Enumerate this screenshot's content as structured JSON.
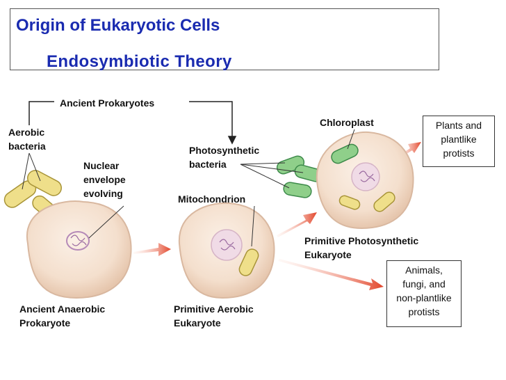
{
  "title": "Origin of Eukaryotic Cells",
  "subtitle": "Endosymbiotic Theory",
  "labels": {
    "ancient_prokaryotes": "Ancient Prokaryotes",
    "aerobic_bacteria": [
      "Aerobic",
      "bacteria"
    ],
    "nuclear_envelope": [
      "Nuclear",
      "envelope",
      "evolving"
    ],
    "photosynthetic_bacteria": [
      "Photosynthetic",
      "bacteria"
    ],
    "mitochondrion": "Mitochondrion",
    "chloroplast": "Chloroplast",
    "ancient_anaerobic": [
      "Ancient Anaerobic",
      "Prokaryote"
    ],
    "primitive_aerobic": [
      "Primitive Aerobic",
      "Eukaryote"
    ],
    "primitive_photosynthetic": [
      "Primitive Photosynthetic",
      "Eukaryote"
    ]
  },
  "outcomes": {
    "plants": [
      "Plants and",
      "plantlike",
      "protists"
    ],
    "animals": [
      "Animals,",
      "fungi, and",
      "non-plantlike",
      "protists"
    ]
  },
  "colors": {
    "title": "#1a2bb0",
    "cell_fill": "#f6e3d2",
    "cell_edge": "#d9b8a0",
    "mito_fill": "#efdf8a",
    "mito_edge": "#a89438",
    "chloro_fill": "#8fcf8a",
    "chloro_edge": "#3d8a4a",
    "nucleus": "#b58ab8",
    "arrow": "#e2452a"
  }
}
